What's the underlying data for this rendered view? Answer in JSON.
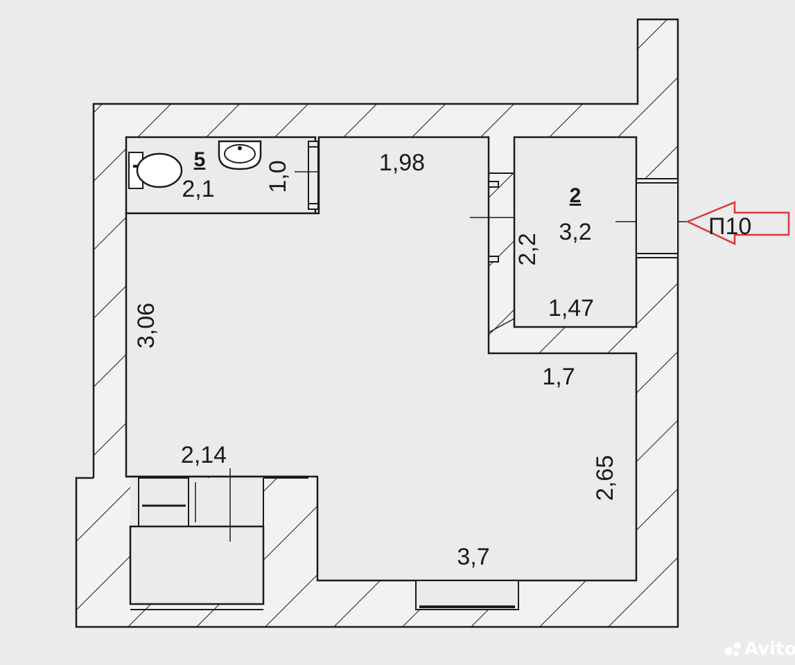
{
  "rooms": {
    "bathroom": {
      "number": "5",
      "area": "2,1"
    },
    "storage": {
      "number": "2",
      "area": "3,2"
    }
  },
  "dimensions": {
    "bath_depth": "1,0",
    "hall_top_width": "1,98",
    "storage_height": "2,2",
    "storage_width": "1,47",
    "left_wall_length": "3,06",
    "step_width": "1,7",
    "right_wall_length": "2,65",
    "kitchen_width": "2,14",
    "bottom_width": "3,7"
  },
  "annotation": {
    "label": "П10",
    "color": "#d63a3a"
  },
  "watermark": {
    "text": "Avito"
  },
  "colors": {
    "paper": "#ebebeb",
    "line": "#1a1a1a",
    "wall_fill": "#f4f4f4"
  }
}
